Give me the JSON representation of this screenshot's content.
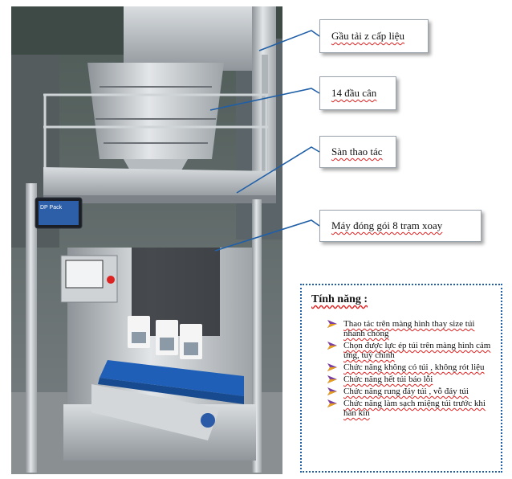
{
  "callouts": {
    "bucket_elevator": "Gầu tải z cấp liệu",
    "weigher": "14 đầu cân",
    "platform": "Sàn thao tác",
    "packer": "Máy đóng gói 8 trạm xoay"
  },
  "features": {
    "title": "Tính năng :",
    "items": [
      "Thao tác trên màng hình thay size túi nhanh chóng",
      "Chọn được lực ép túi trên màng hình cảm ứng, tuỳ chỉnh",
      "Chức năng không có túi , không rót liệu",
      "Chức năng hết túi báo lỗi",
      "Chức năng rung đáy túi , vỗ đáy túi",
      "Chức năng làm sạch miệng túi trước khi hàn kín"
    ]
  },
  "photo": {
    "hmi_brand": "DP Pack",
    "colors": {
      "callout_line": "#1f5fa8",
      "belt": "#1f5fb8",
      "steel": "#c9ced2"
    }
  }
}
